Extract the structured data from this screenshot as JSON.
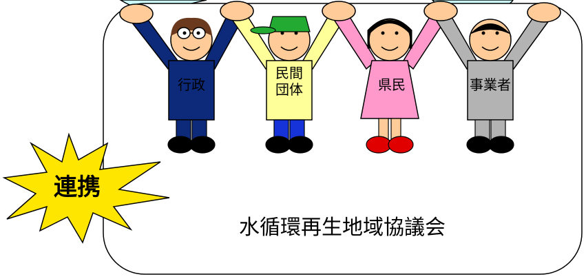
{
  "council": {
    "title": "水循環再生地域協議会"
  },
  "burst": {
    "label": "連携",
    "fill_color": "#FFE600",
    "stroke_color": "#000000"
  },
  "figures": [
    {
      "role": "government",
      "label_lines": [
        "行政"
      ],
      "body_color": "#0D2A7A",
      "pants_color": "#0D2A7A",
      "shoe_color": "#000000",
      "accessory": "glasses-icon"
    },
    {
      "role": "private-organization",
      "label_lines": [
        "民間",
        "団体"
      ],
      "body_color": "#FFFF99",
      "pants_color": "#1533D8",
      "shoe_color": "#000000",
      "accessory": "green-cap-icon"
    },
    {
      "role": "residents",
      "label_lines": [
        "県民"
      ],
      "body_color": "#FF99CC",
      "pants_color": "#FFFFFF",
      "shoe_color": "#E00000",
      "accessory": "black-hair-icon"
    },
    {
      "role": "business-operators",
      "label_lines": [
        "事業者"
      ],
      "body_color": "#B3B3B3",
      "pants_color": "#B3B3B3",
      "shoe_color": "#000000",
      "accessory": "black-hair-icon"
    }
  ],
  "colors": {
    "skin": "#FFCC99",
    "bubble": "#CCFFFF",
    "outline": "#000000"
  }
}
